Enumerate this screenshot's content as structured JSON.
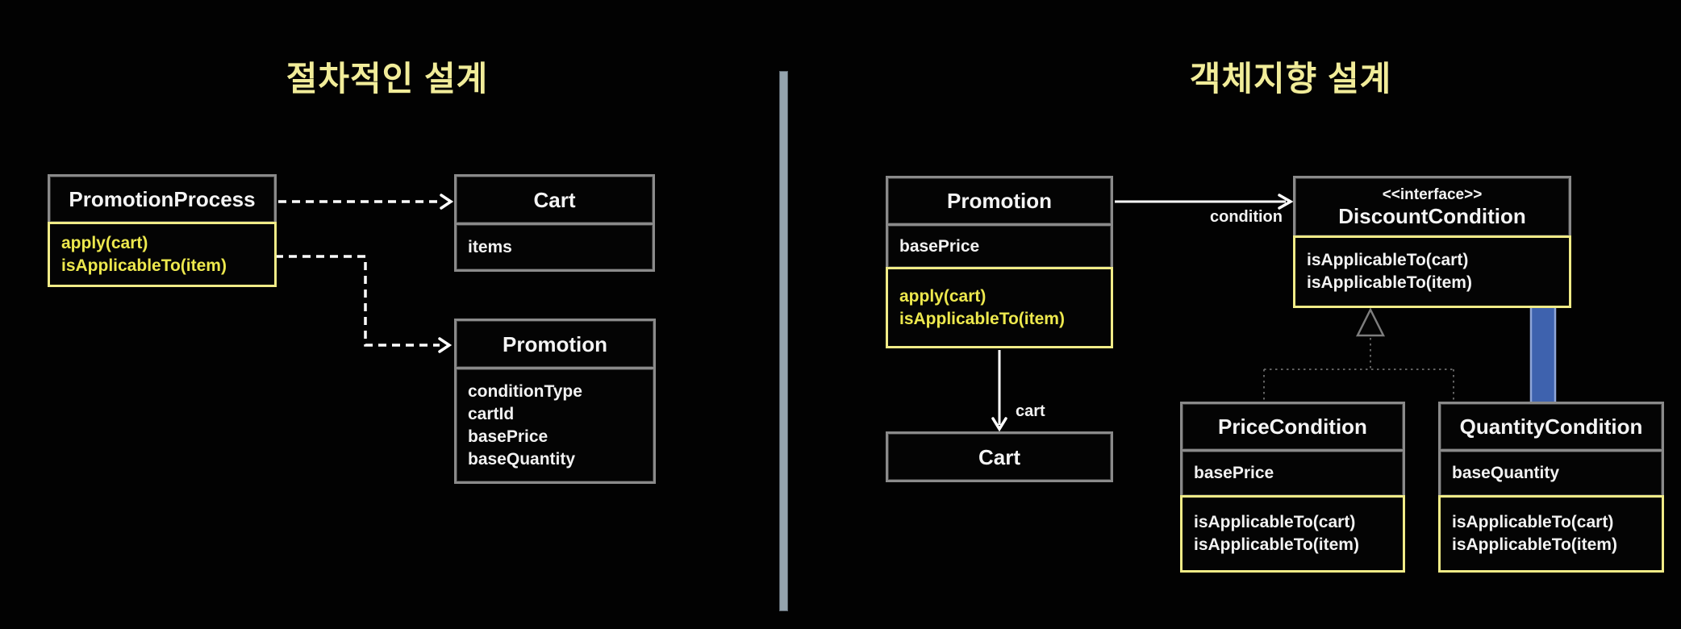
{
  "titles": {
    "left": "절차적인 설계",
    "right": "객체지향 설계"
  },
  "colors": {
    "background": "#020202",
    "title_yellow": "#F1EC99",
    "member_yellow": "#EDE84D",
    "border_yellow": "#F0EB87",
    "border_gray": "#8A8A8A",
    "divider_gray_blue": "#94A3AD",
    "arrow_blue_fill": "#3E62AE",
    "arrow_blue_stroke": "#8FA6D8"
  },
  "left_panel": {
    "promotion_process": {
      "name": "PromotionProcess",
      "methods": [
        "apply(cart)",
        "isApplicableTo(item)"
      ]
    },
    "cart": {
      "name": "Cart",
      "attributes": [
        "items"
      ]
    },
    "promotion": {
      "name": "Promotion",
      "attributes": [
        "conditionType",
        "cartId",
        "basePrice",
        "baseQuantity"
      ]
    }
  },
  "right_panel": {
    "promotion": {
      "name": "Promotion",
      "attributes": [
        "basePrice"
      ],
      "methods": [
        "apply(cart)",
        "isApplicableTo(item)"
      ]
    },
    "cart": {
      "name": "Cart"
    },
    "discount_condition": {
      "stereotype": "<<interface>>",
      "name": "DiscountCondition",
      "methods": [
        "isApplicableTo(cart)",
        "isApplicableTo(item)"
      ]
    },
    "price_condition": {
      "name": "PriceCondition",
      "attributes": [
        "basePrice"
      ],
      "methods": [
        "isApplicableTo(cart)",
        "isApplicableTo(item)"
      ]
    },
    "quantity_condition": {
      "name": "QuantityCondition",
      "attributes": [
        "baseQuantity"
      ],
      "methods": [
        "isApplicableTo(cart)",
        "isApplicableTo(item)"
      ]
    },
    "edge_labels": {
      "condition": "condition",
      "cart": "cart"
    }
  }
}
